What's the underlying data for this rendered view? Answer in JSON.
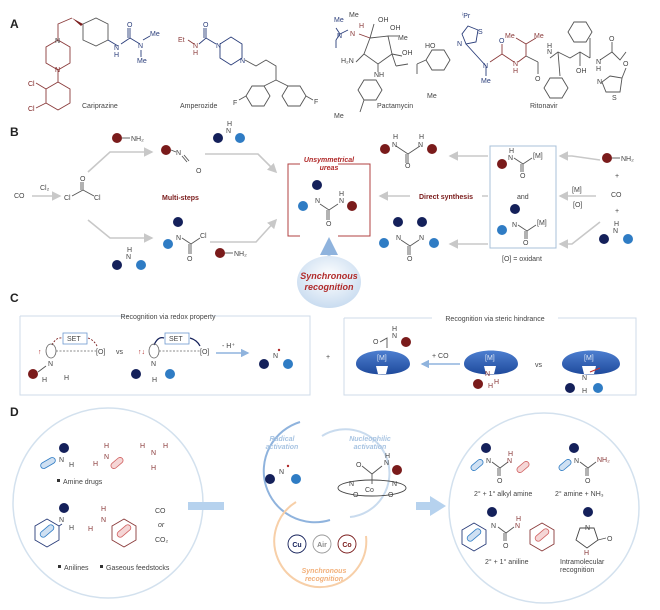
{
  "panels": {
    "A": "A",
    "B": "B",
    "C": "C",
    "D": "D"
  },
  "panel_a": {
    "drugs": [
      {
        "name": "Cariprazine"
      },
      {
        "name": "Amperozide"
      },
      {
        "name": "Pactamycin"
      },
      {
        "name": "Ritonavir"
      }
    ],
    "atoms": {
      "N": "N",
      "H": "H",
      "O": "O",
      "Me": "Me",
      "Et": "Et",
      "Cl": "Cl",
      "F": "F",
      "OH": "OH",
      "HO": "HO",
      "H2N": "H₂N",
      "NH": "NH",
      "S": "S",
      "iPr": "ⁱPr"
    }
  },
  "panel_b": {
    "co": "CO",
    "cl2": "Cl₂",
    "phosgene_cl": "Cl",
    "nh2": "NH₂",
    "multi_steps": "Multi-steps",
    "unsymmetrical_ureas": "Unsymmetrical ureas",
    "direct_synthesis": "Direct synthesis",
    "and": "and",
    "m": "[M]",
    "o": "[O]",
    "oxidant_note": "[O] = oxidant",
    "plus": "+",
    "synchronous_recognition": "Synchronous recognition"
  },
  "panel_c": {
    "redox_title": "Recognition via redox property",
    "steric_title": "Recognition via steric hindrance",
    "set": "SET",
    "vs": "vs",
    "minus_h": "- H⁺",
    "plus_co": "+ CO",
    "m": "[M]",
    "o": "[O]",
    "plus": "+"
  },
  "panel_d": {
    "left": {
      "amine_drugs": "Amine drugs",
      "anilines": "Anilines",
      "gaseous": "Gaseous feedstocks",
      "co": "CO",
      "or": "or",
      "co2": "CO₂"
    },
    "center": {
      "radical": "Radical activation",
      "nucleophilic": "Nucleophilic activation",
      "cu": "Cu",
      "air": "Air",
      "co_metal": "Co",
      "synchronous": "Synchronous recognition"
    },
    "right": {
      "p1": "2° + 1° alkyl amine",
      "p2": "2° amine + NH₃",
      "p3": "2° + 1° aniline",
      "p4": "Intramolecular recognition"
    }
  },
  "colors": {
    "primary_amine": "#7a1b1b",
    "secondary_amine_dark": "#14205a",
    "secondary_amine_light": "#2f7cc4",
    "accent_text": "#b02a2a",
    "metal_blue": "#2f5fb0"
  }
}
